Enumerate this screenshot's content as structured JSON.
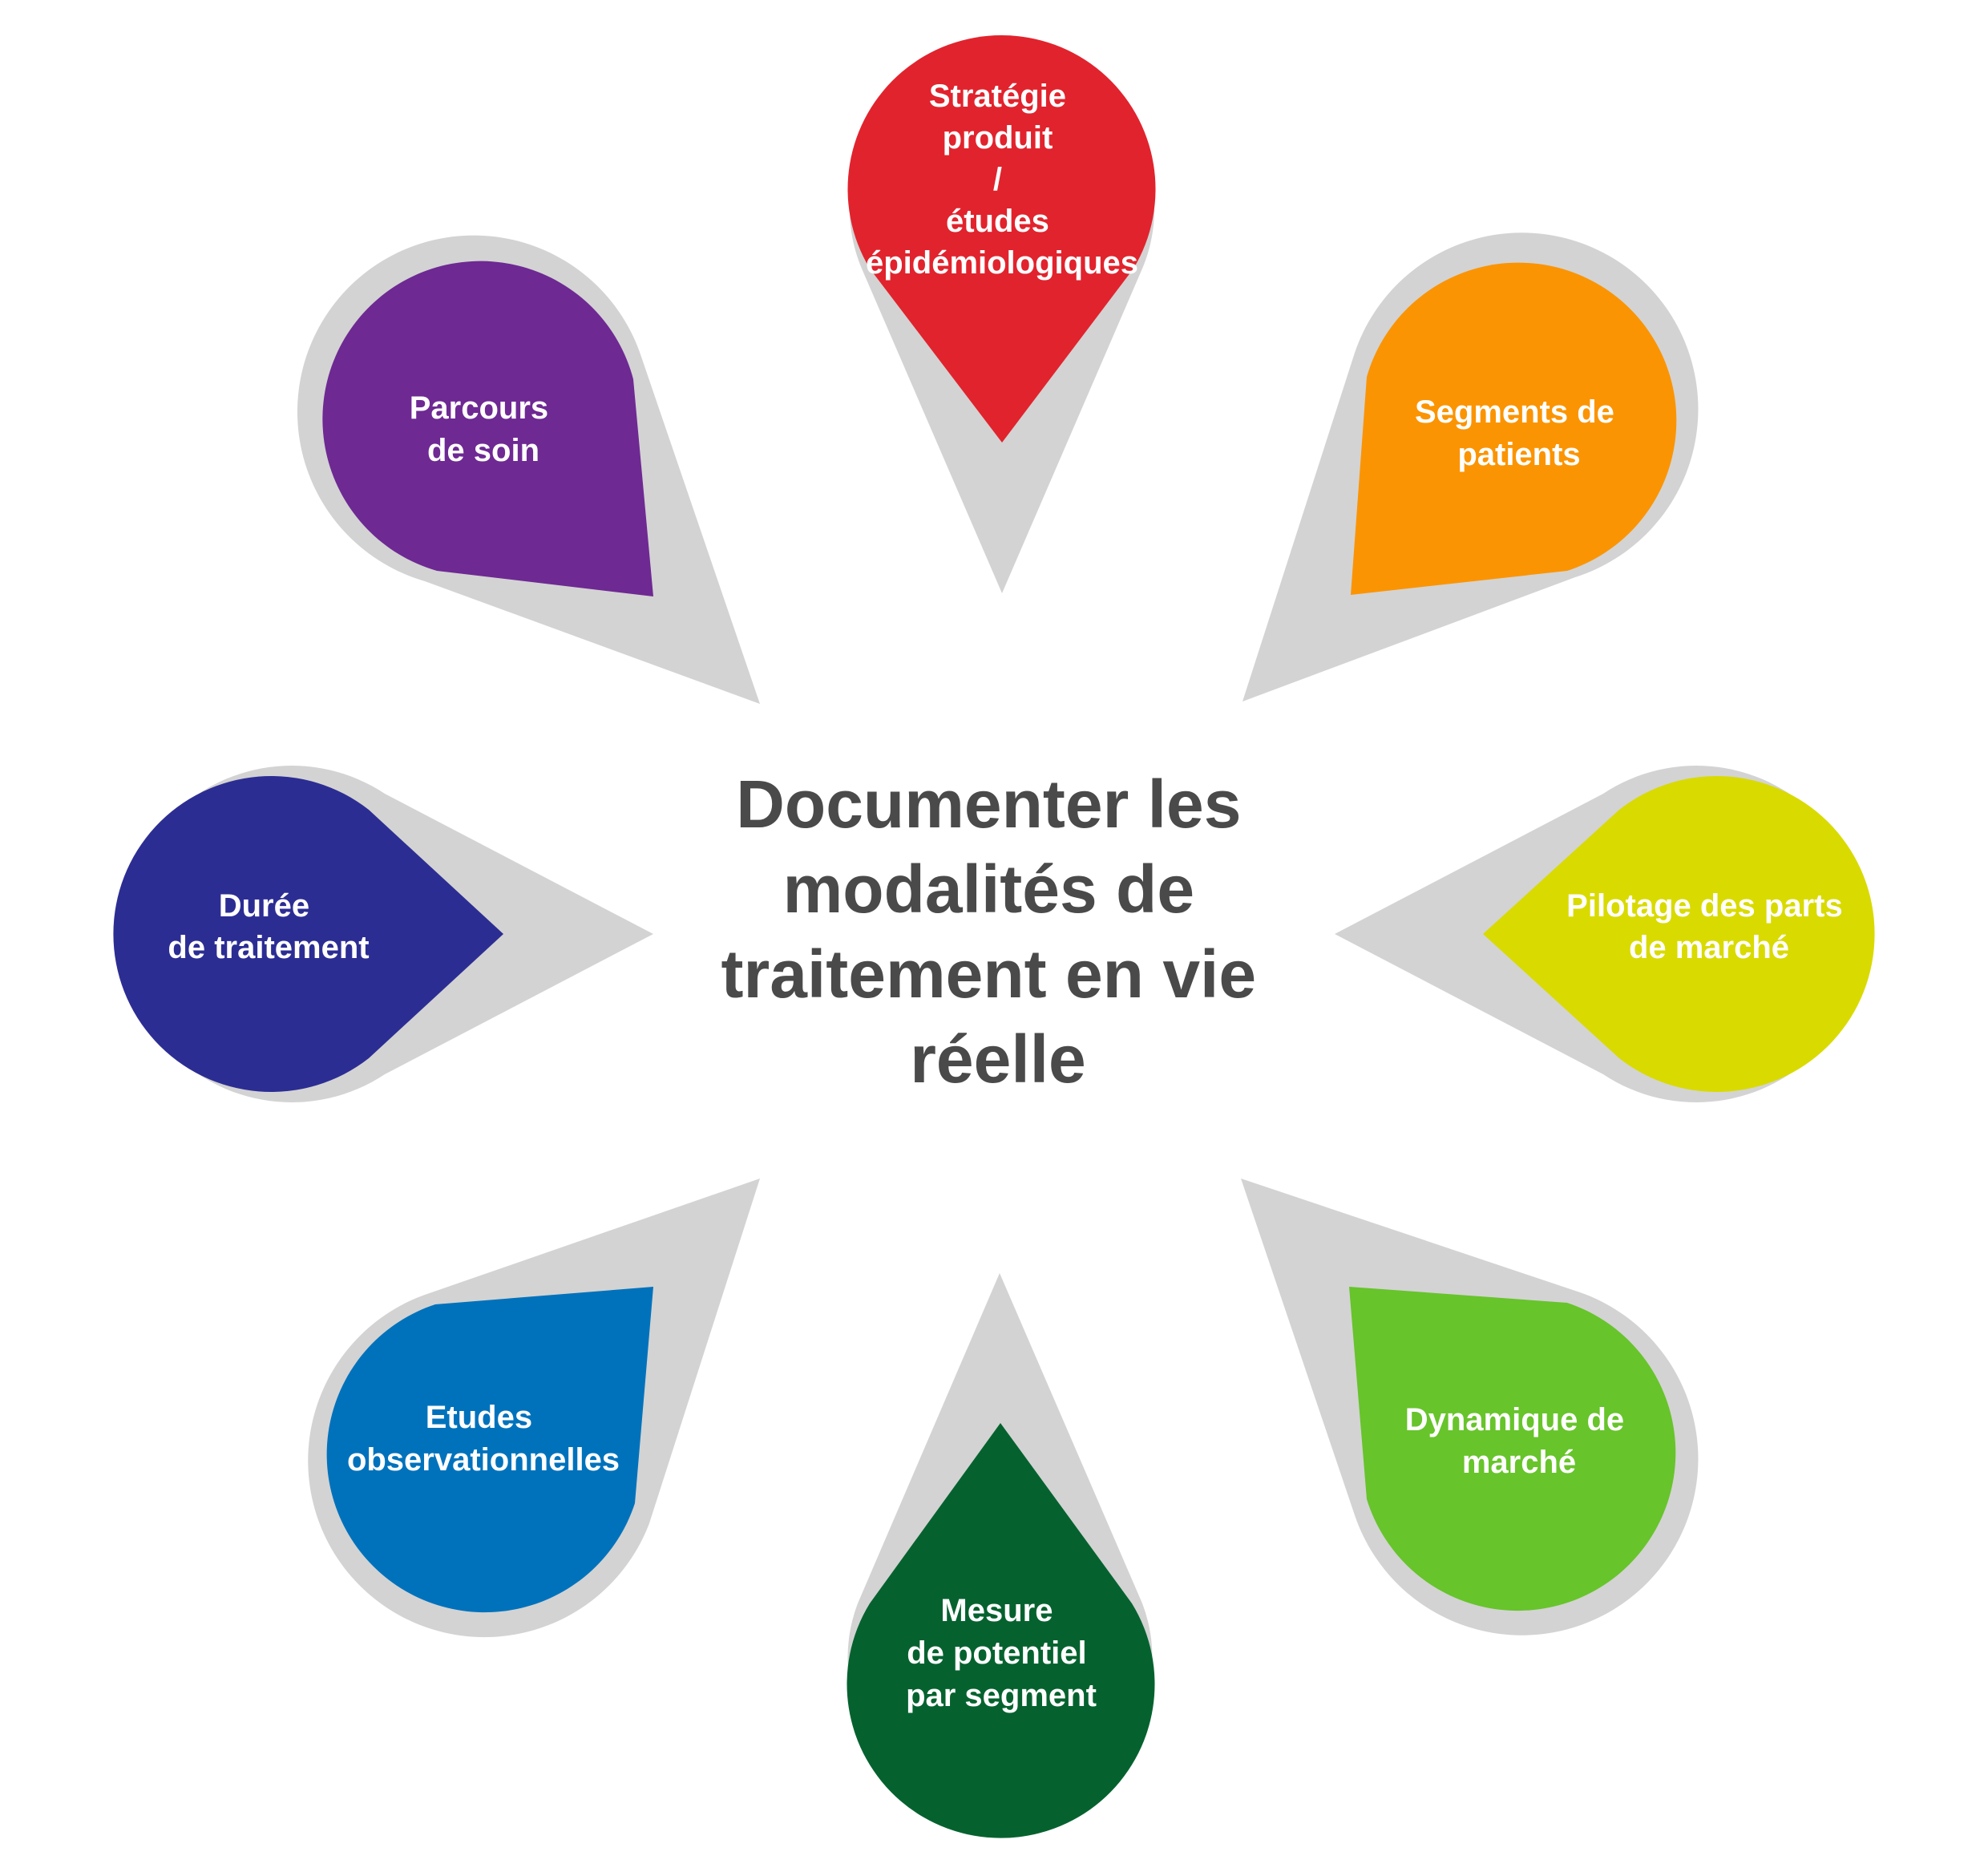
{
  "center": {
    "lines": [
      "Documenter les",
      "modalités de",
      "traitement en vie",
      "réelle"
    ]
  },
  "petals": [
    {
      "id": "strategie-produit",
      "color": "#e1232d",
      "lines": [
        "Stratégie",
        "produit",
        "/",
        "études",
        "épidémiologiques"
      ]
    },
    {
      "id": "segments-patients",
      "color": "#fb9402",
      "lines": [
        "Segments de",
        "patients"
      ]
    },
    {
      "id": "pilotage-parts-marche",
      "color": "#d9da00",
      "lines": [
        "Pilotage des parts",
        "de marché"
      ]
    },
    {
      "id": "dynamique-marche",
      "color": "#67c42b",
      "lines": [
        "Dynamique de",
        "marché"
      ]
    },
    {
      "id": "mesure-potentiel",
      "color": "#05622f",
      "lines": [
        "Mesure",
        "de potentiel",
        "par segment"
      ]
    },
    {
      "id": "etudes-observationnelles",
      "color": "#0072bc",
      "lines": [
        "Etudes",
        "observationnelles"
      ]
    },
    {
      "id": "duree-traitement",
      "color": "#2c2d93",
      "lines": [
        "Durée",
        "de traitement"
      ]
    },
    {
      "id": "parcours-soin",
      "color": "#6e2993",
      "lines": [
        "Parcours",
        "de soin"
      ]
    }
  ],
  "colors": {
    "shadow": "#d3d3d3",
    "title": "#4a4a4a"
  }
}
